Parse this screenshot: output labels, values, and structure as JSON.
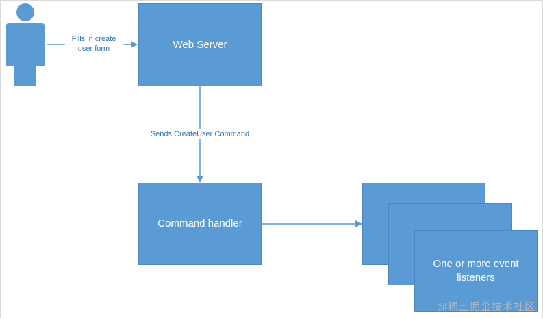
{
  "colors": {
    "box_fill": "#5b9bd5",
    "box_border": "#4a86bf",
    "arrow": "#5b9bd5",
    "label_text": "#2e75b6",
    "actor": "#5b9bd5"
  },
  "actor": {
    "icon": "user-icon"
  },
  "nodes": {
    "web_server": "Web Server",
    "command_handler": "Command handler",
    "event_listeners": "One or more event listeners"
  },
  "edges": {
    "actor_to_web_server": "Fills in create user form",
    "web_server_to_handler": "Sends CreateUser Command"
  },
  "watermark": "@稀土掘金技术社区"
}
